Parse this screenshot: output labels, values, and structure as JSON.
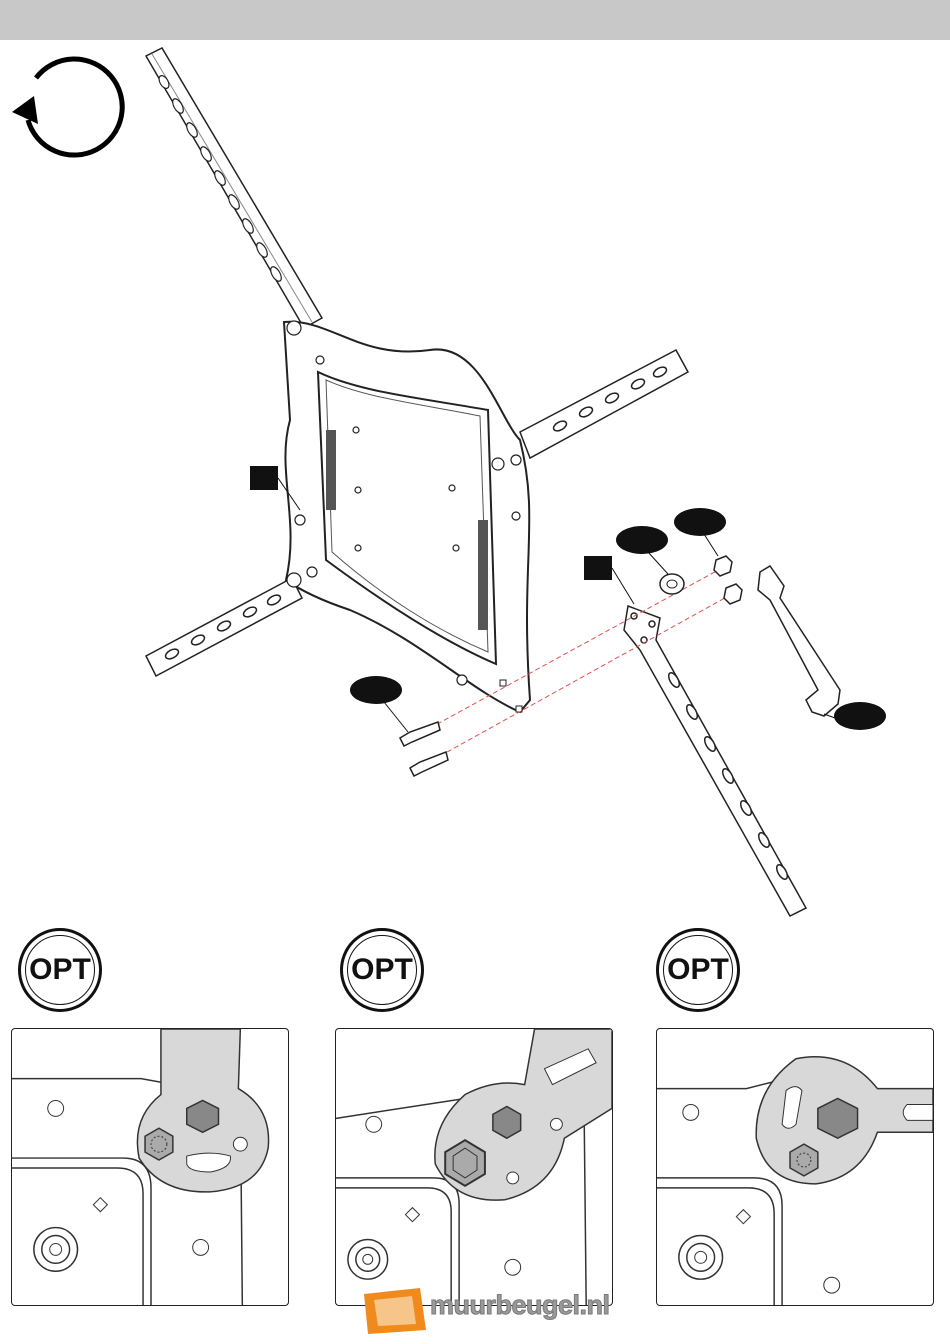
{
  "options": {
    "items": [
      {
        "label": "OPT"
      },
      {
        "label": "OPT"
      },
      {
        "label": "OPT"
      }
    ]
  },
  "watermark": {
    "text": "muurbeugel.nl"
  },
  "icons": {
    "rotate": "rotate-cycle-icon",
    "wrench": "wrench-icon",
    "screw": "screw-icon",
    "washer": "washer-icon",
    "nut": "nut-icon"
  },
  "colors": {
    "header": "#c8c8c8",
    "callout": "#111111",
    "guide_line": "#e05050",
    "watermark_orange": "#f08a1c"
  }
}
